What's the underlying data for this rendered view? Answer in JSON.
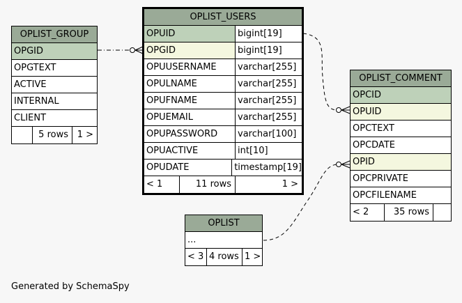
{
  "footer": "Generated by SchemaSpy",
  "colors": {
    "header": "#9aaa97",
    "primary_key": "#bed1b9",
    "foreign_key": "#f4f7df"
  },
  "tables": {
    "oplist_group": {
      "name": "OPLIST_GROUP",
      "columns": [
        "OPGID",
        "OPGTEXT",
        "ACTIVE",
        "INTERNAL",
        "CLIENT"
      ],
      "footer": {
        "parents": "",
        "rows": "5 rows",
        "children": "1 >"
      }
    },
    "oplist_users": {
      "name": "OPLIST_USERS",
      "columns": [
        {
          "name": "OPUID",
          "type": "bigint[19]"
        },
        {
          "name": "OPGID",
          "type": "bigint[19]"
        },
        {
          "name": "OPUUSERNAME",
          "type": "varchar[255]"
        },
        {
          "name": "OPULNAME",
          "type": "varchar[255]"
        },
        {
          "name": "OPUFNAME",
          "type": "varchar[255]"
        },
        {
          "name": "OPUEMAIL",
          "type": "varchar[255]"
        },
        {
          "name": "OPUPASSWORD",
          "type": "varchar[100]"
        },
        {
          "name": "OPUACTIVE",
          "type": "int[10]"
        },
        {
          "name": "OPUDATE",
          "type": "timestamp[19]"
        }
      ],
      "footer": {
        "parents": "< 1",
        "rows": "11 rows",
        "children": "1 >"
      }
    },
    "oplist_comment": {
      "name": "OPLIST_COMMENT",
      "columns": [
        "OPCID",
        "OPUID",
        "OPCTEXT",
        "OPCDATE",
        "OPID",
        "OPCPRIVATE",
        "OPCFILENAME"
      ],
      "footer": {
        "parents": "< 2",
        "rows": "35 rows",
        "children": ""
      }
    },
    "oplist": {
      "name": "OPLIST",
      "columns": [
        "..."
      ],
      "footer": {
        "parents": "< 3",
        "rows": "4 rows",
        "children": "1 >"
      }
    }
  }
}
